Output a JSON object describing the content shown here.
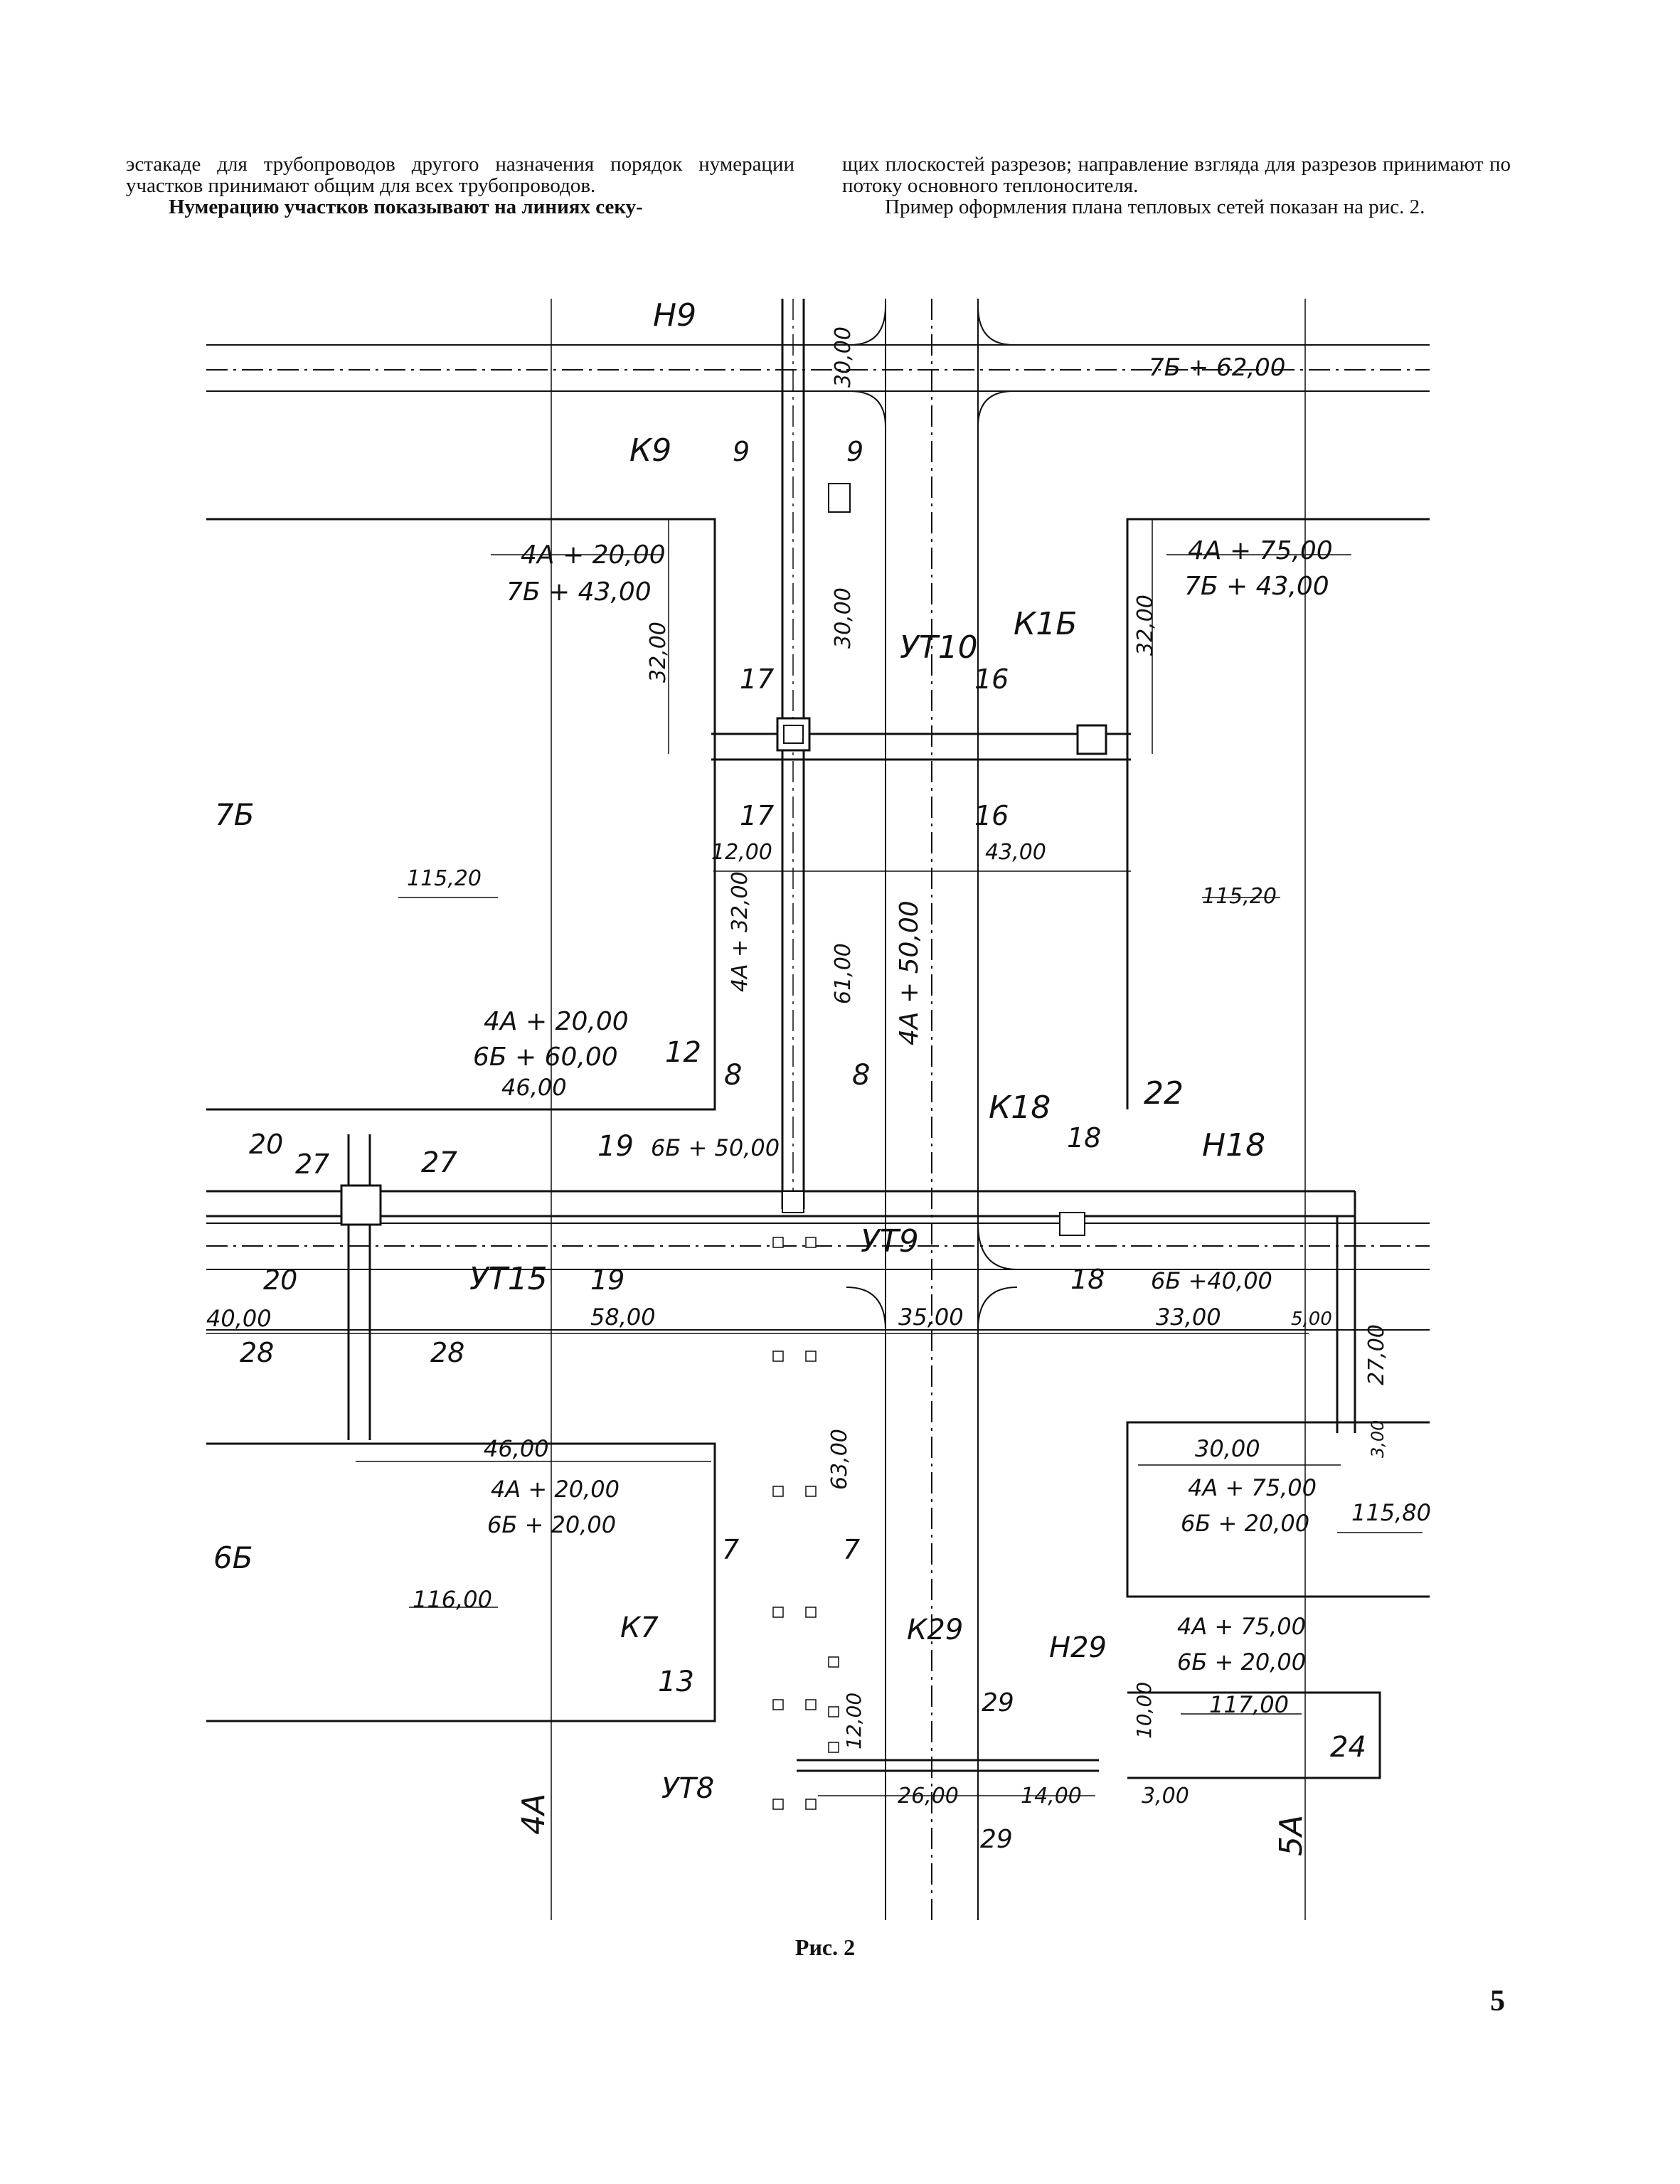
{
  "text": {
    "left_p1": "эстакаде для трубопроводов другого назначения порядок нумерации участков принимают общим для всех трубопроводов.",
    "left_p2": "Нумерацию участков показывают на линиях секу-",
    "right_p1": "щих плоскостей разрезов; направление взгляда для разрезов принимают по потоку основного теплоносителя.",
    "right_p2": "Пример оформления плана тепловых сетей показан на рис. 2."
  },
  "caption": "Рис. 2",
  "page_number": "5",
  "drawing_labels": [
    "Н9",
    "30,00",
    "7Б + 62,00",
    "К9",
    "9",
    "9",
    "4А + 20,00",
    "7Б + 43,00",
    "4А + 75,00",
    "7Б + 43,00",
    "32,00",
    "30,00",
    "УТ10",
    "К1Б",
    "32,00",
    "17",
    "16",
    "17",
    "16",
    "7Б",
    "12,00",
    "43,00",
    "115,20",
    "115,20",
    "4А + 32,00",
    "61,00",
    "4А + 50,00",
    "4А + 20,00",
    "6Б + 60,00",
    "12",
    "46,00",
    "8",
    "8",
    "К18",
    "22",
    "18",
    "Н18",
    "20",
    "27",
    "27",
    "19",
    "6Б + 50,00",
    "УТ9",
    "УТ15",
    "20",
    "19",
    "18",
    "6Б +40,00",
    "40,00",
    "58,00",
    "35,00",
    "33,00",
    "5,00",
    "28",
    "28",
    "27,00",
    "46,00",
    "30,00",
    "4А + 20,00",
    "4А + 75,00",
    "6Б + 20,00",
    "6Б + 20,00",
    "3,00",
    "115,80",
    "7",
    "7",
    "63,00",
    "6Б",
    "116,00",
    "К7",
    "13",
    "К29",
    "Н29",
    "4А + 75,00",
    "6Б + 20,00",
    "29",
    "117,00",
    "24",
    "10,00",
    "12,00",
    "УТ8",
    "26,00",
    "14,00",
    "3,00",
    "29",
    "4А",
    "5А"
  ]
}
